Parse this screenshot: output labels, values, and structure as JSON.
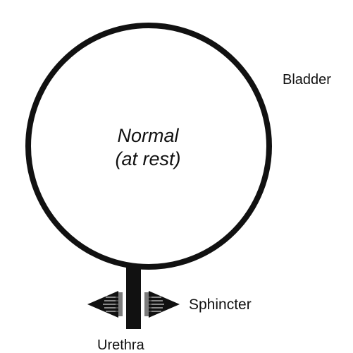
{
  "labels": {
    "bladder": "Bladder",
    "center_line1": "Normal",
    "center_line2": "(at rest)",
    "sphincter": "Sphincter",
    "urethra": "Urethra"
  },
  "colors": {
    "ink": "#111111",
    "background": "#ffffff"
  },
  "icons": {
    "left_arrow": "sphincter-arrow-left-icon",
    "right_arrow": "sphincter-arrow-right-icon"
  }
}
